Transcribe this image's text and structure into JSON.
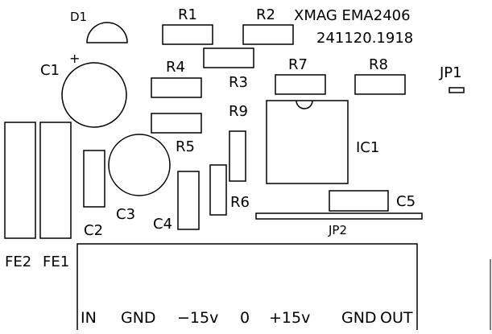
{
  "title": {
    "line1": "XMAG EMA2406",
    "line2": "241120.1918"
  },
  "components": {
    "D1": "D1",
    "R1": "R1",
    "R2": "R2",
    "R3": "R3",
    "R4": "R4",
    "R5": "R5",
    "R6": "R6",
    "R7": "R7",
    "R8": "R8",
    "R9": "R9",
    "C1": "C1",
    "C1_polarity": "+",
    "C2": "C2",
    "C3": "C3",
    "C4": "C4",
    "C5": "C5",
    "IC1": "IC1",
    "JP1": "JP1",
    "JP2": "JP2",
    "FE1": "FE1",
    "FE2": "FE2"
  },
  "connector": {
    "pins": [
      "IN",
      "GND",
      "−15v",
      "0",
      "+15v",
      "GND",
      "OUT"
    ]
  },
  "colors": {
    "ink": "#000000",
    "background": "#ffffff"
  }
}
